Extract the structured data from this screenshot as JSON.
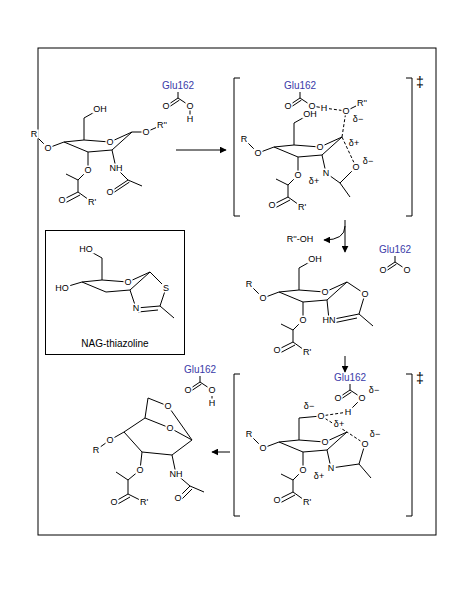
{
  "diagram": {
    "nodes": [
      {
        "text": [
          "NAG-thiazoline"
        ]
      }
    ],
    "labels": [
      "R",
      "O",
      "OH",
      "O",
      "O",
      "R''",
      "O",
      "O",
      "R'",
      "NH",
      "O",
      "Glu162",
      "O",
      "O",
      "H",
      "R",
      "O",
      "OH",
      "O",
      "O",
      "R''",
      "δ−",
      "δ+",
      "O",
      "O",
      "R'",
      "N",
      "δ+",
      "O",
      "δ−",
      "Glu162",
      "O",
      "O",
      "H",
      "‡",
      "R''-OH",
      "R",
      "O",
      "OH",
      "O",
      "O",
      "HN",
      "O",
      "O",
      "R'",
      "Glu162",
      "O",
      "O",
      "HO",
      "HO",
      "O",
      "S",
      "N",
      "Glu162",
      "O",
      "O",
      "H",
      "O",
      "O",
      "R",
      "O",
      "O",
      "O",
      "R'",
      "NH",
      "O",
      "R",
      "O",
      "O",
      "O",
      "δ−",
      "δ+",
      "O",
      "δ−",
      "N",
      "δ+",
      "O",
      "O",
      "R'",
      "Glu162",
      "O",
      "O",
      "δ−",
      "H",
      "‡"
    ]
  }
}
